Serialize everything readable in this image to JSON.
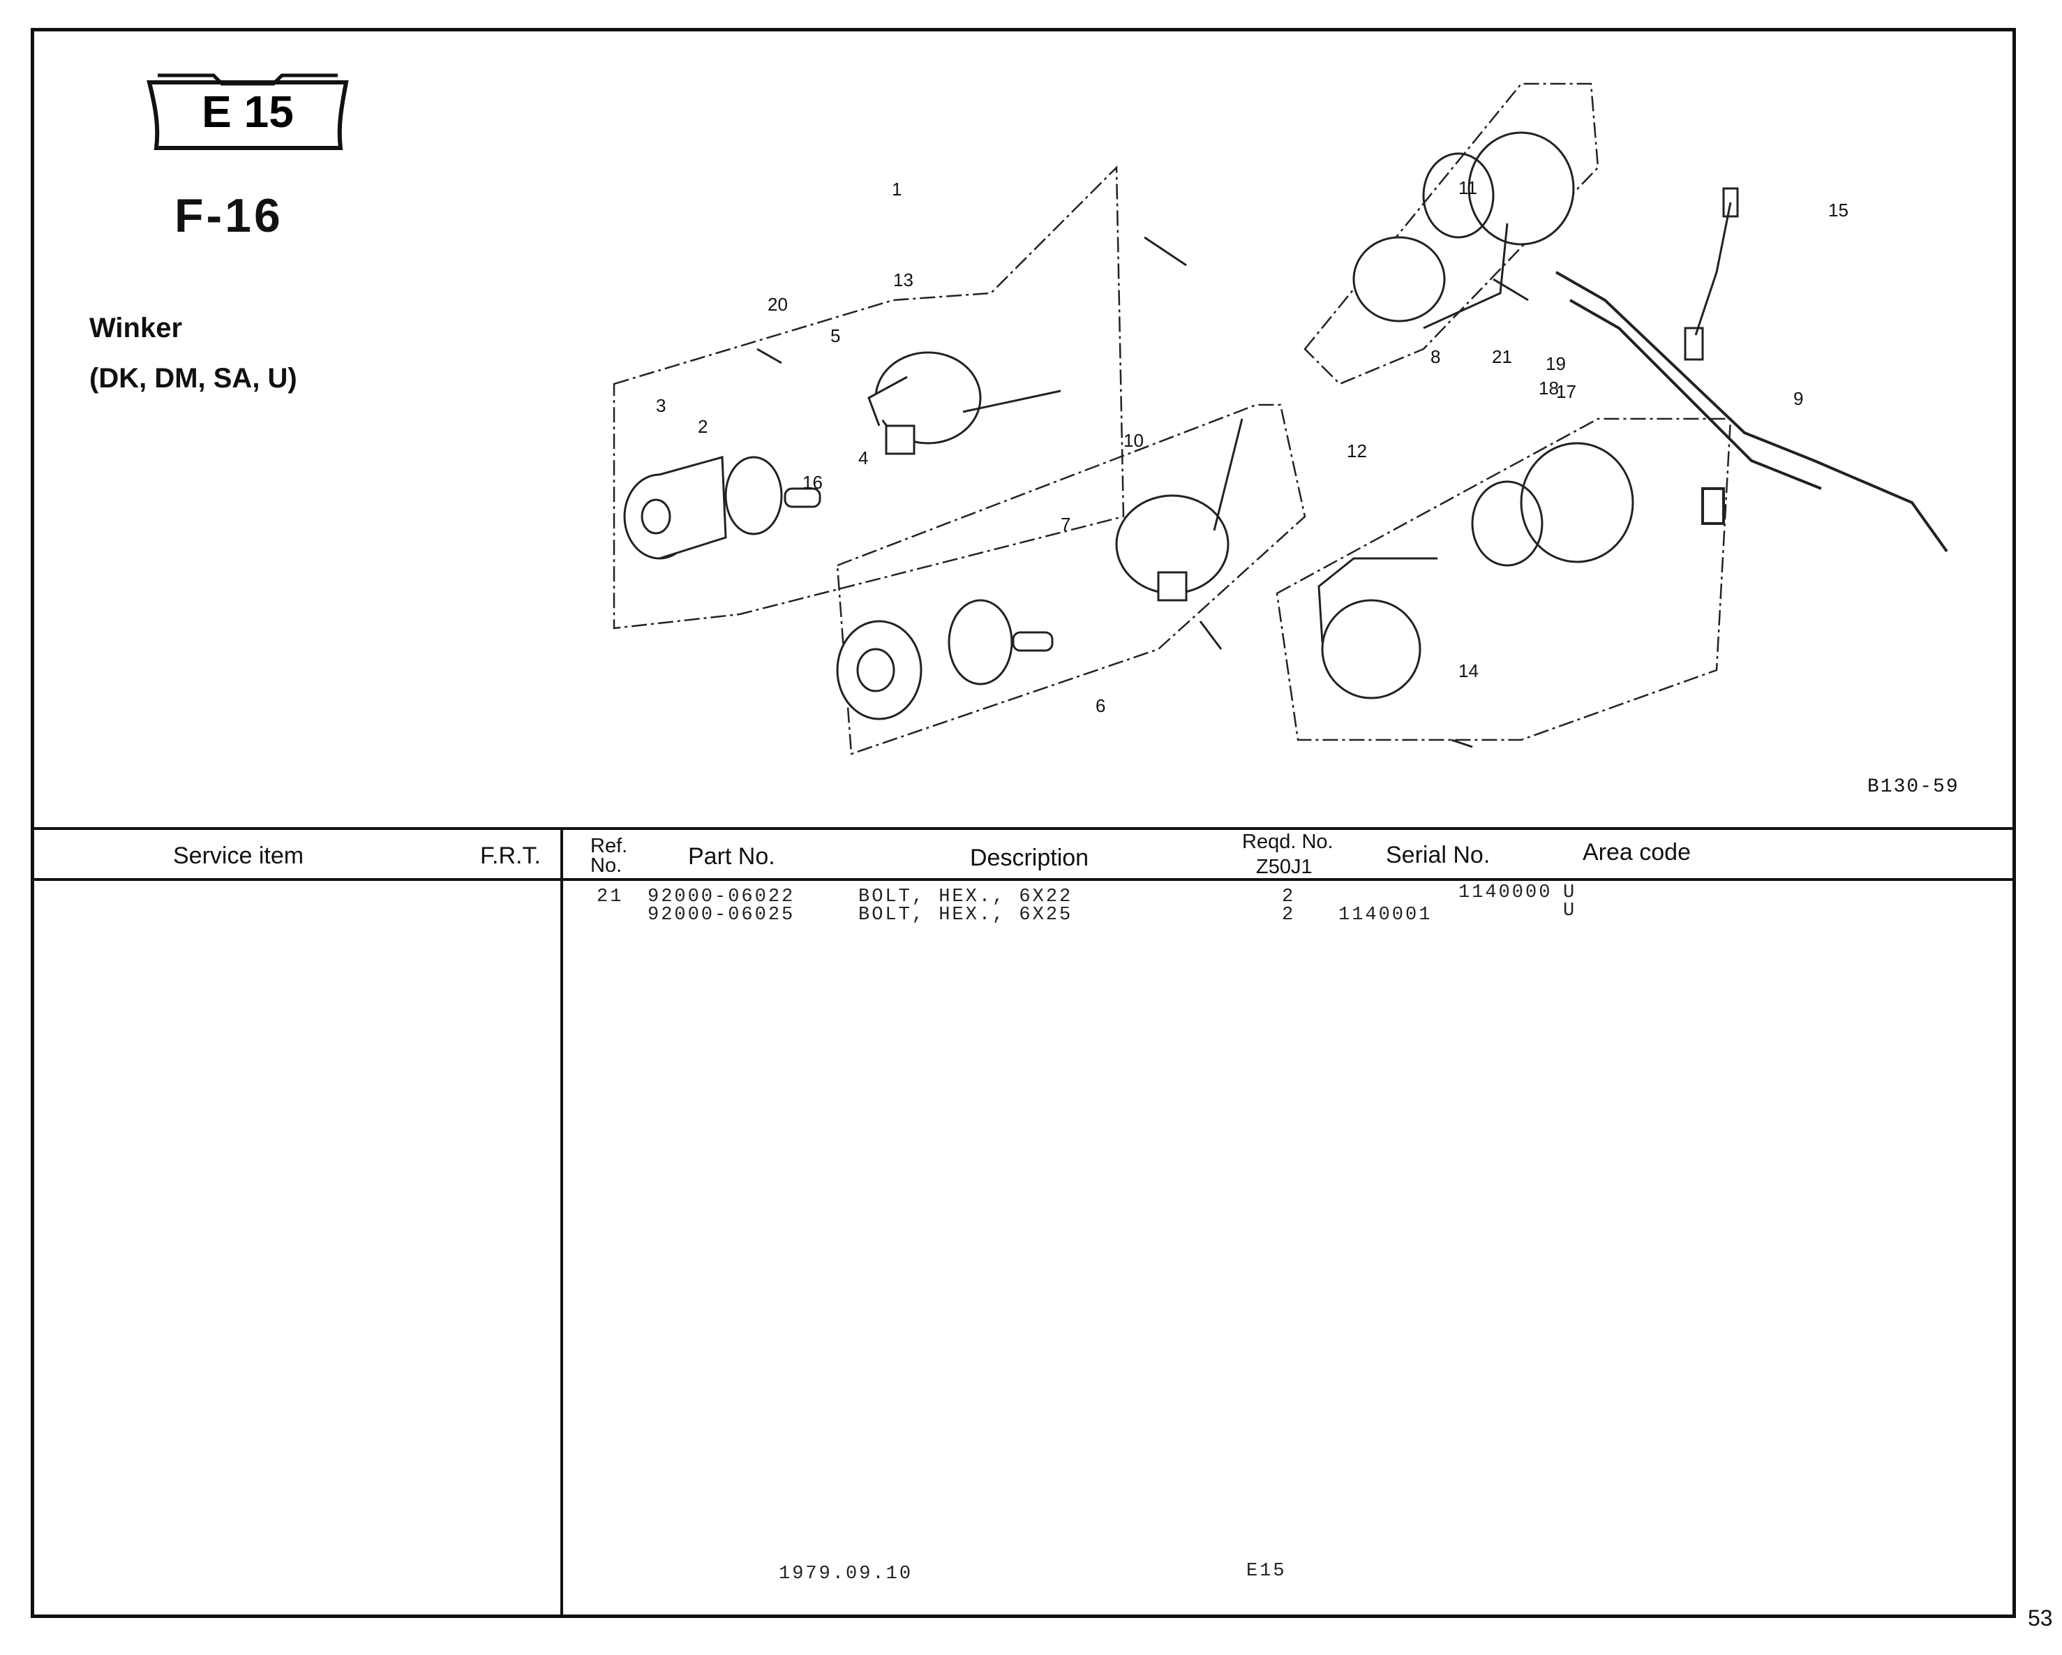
{
  "header": {
    "badge_text": "E 15",
    "ref_code": "F-16",
    "title": "Winker",
    "subtitle": "(DK, DM, SA, U)"
  },
  "diagram": {
    "drawing_number": "B130-59",
    "callouts": [
      "1",
      "2",
      "3",
      "4",
      "5",
      "6",
      "7",
      "8",
      "9",
      "10",
      "11",
      "12",
      "13",
      "14",
      "15",
      "16",
      "17",
      "18",
      "19",
      "20",
      "21"
    ]
  },
  "table": {
    "headers": {
      "service_item": "Service item",
      "frt": "F.R.T.",
      "ref_no_line1": "Ref.",
      "ref_no_line2": "No.",
      "part_no": "Part No.",
      "description": "Description",
      "reqd_no_line1": "Reqd. No.",
      "reqd_no_line2": "Z50J1",
      "serial_no": "Serial No.",
      "area_code": "Area code"
    },
    "rows": [
      {
        "ref": "21",
        "part_no": "92000-06022",
        "description": "BOLT, HEX., 6X22",
        "qty": "2",
        "serial_from": "",
        "serial_to": "1140000",
        "area": "U"
      },
      {
        "ref": "",
        "part_no": "92000-06025",
        "description": "BOLT, HEX., 6X25",
        "qty": "2",
        "serial_from": "1140001",
        "serial_to": "",
        "area": "U"
      }
    ]
  },
  "footer": {
    "date": "1979.09.10",
    "code": "E15",
    "page_number": "53"
  }
}
